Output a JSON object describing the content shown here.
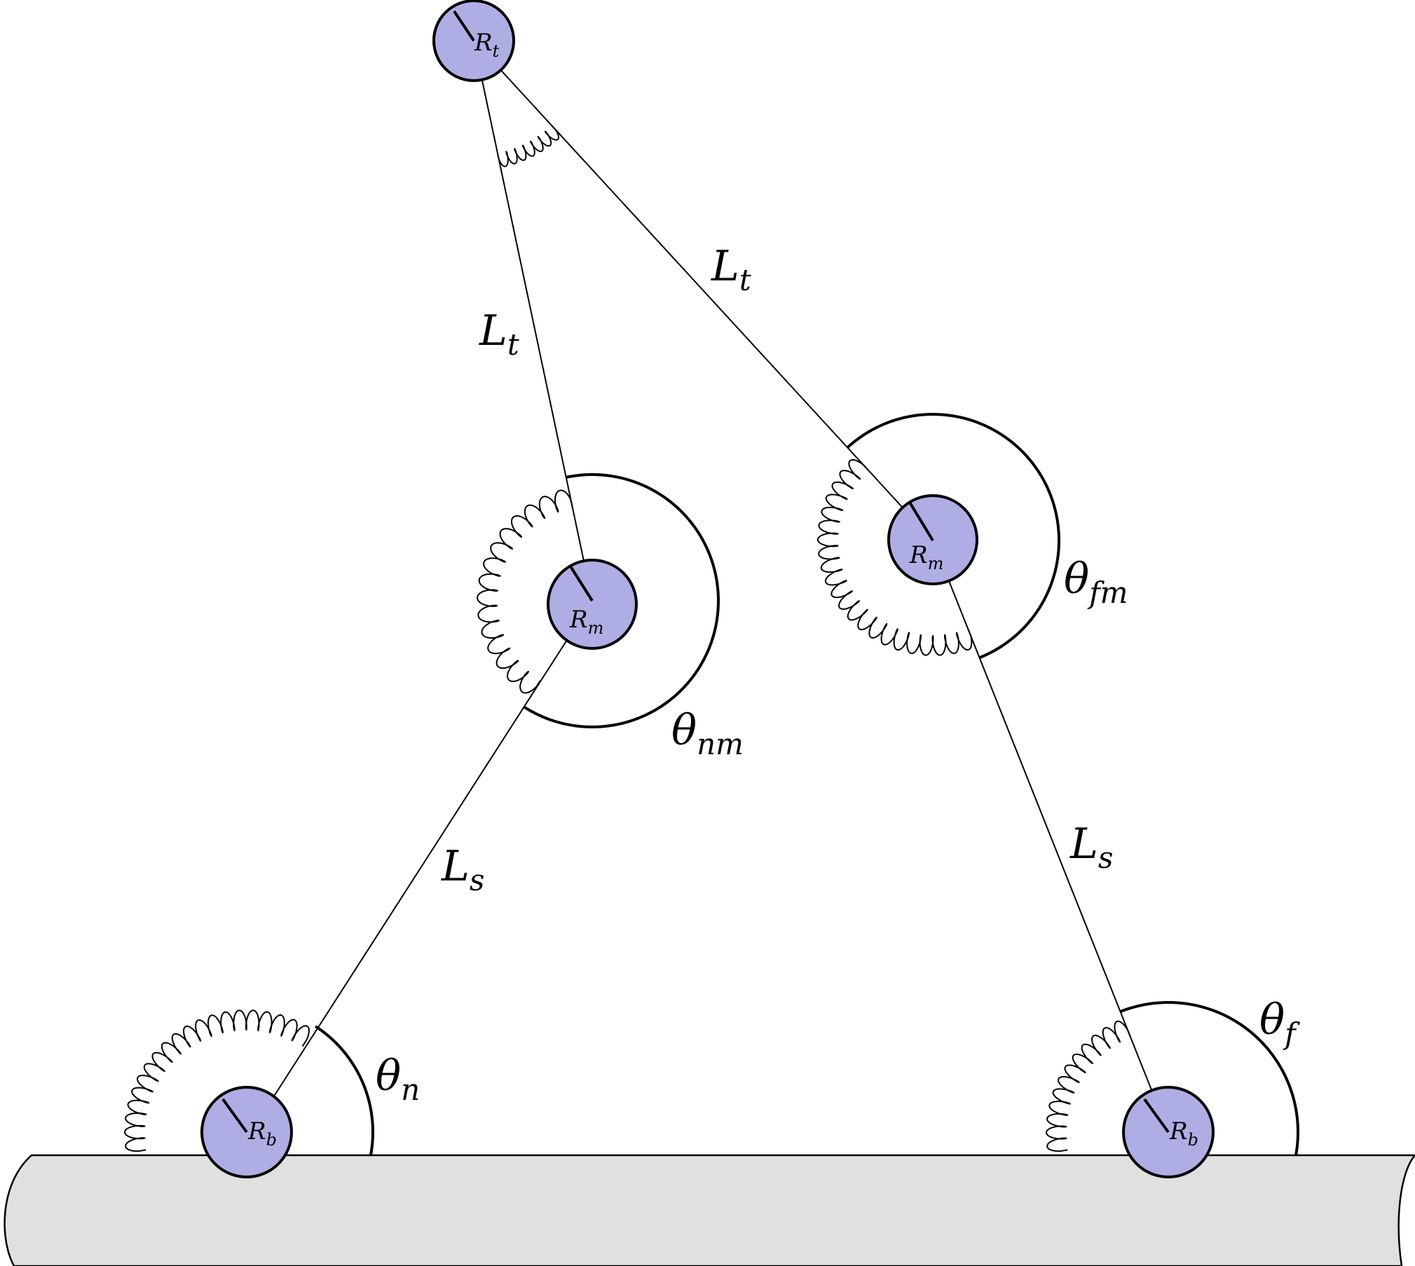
{
  "colors": {
    "node_fill": "#aeaee4",
    "ground_fill": "#e0e0e0",
    "stroke": "#000000"
  },
  "labels": {
    "radius_top": {
      "main": "R",
      "sub": "t"
    },
    "radius_mid_left": {
      "main": "R",
      "sub": "m"
    },
    "radius_mid_right": {
      "main": "R",
      "sub": "m"
    },
    "radius_bottom_left": {
      "main": "R",
      "sub": "b"
    },
    "radius_bottom_right": {
      "main": "R",
      "sub": "b"
    },
    "length_top_left": {
      "main": "L",
      "sub": "t"
    },
    "length_top_right": {
      "main": "L",
      "sub": "t"
    },
    "length_shin_left": {
      "main": "L",
      "sub": "s"
    },
    "length_shin_right": {
      "main": "L",
      "sub": "s"
    },
    "angle_nm": {
      "main": "θ",
      "sub": "nm"
    },
    "angle_fm": {
      "main": "θ",
      "sub": "fm"
    },
    "angle_n": {
      "main": "θ",
      "sub": "n"
    },
    "angle_f": {
      "main": "θ",
      "sub": "f"
    }
  }
}
